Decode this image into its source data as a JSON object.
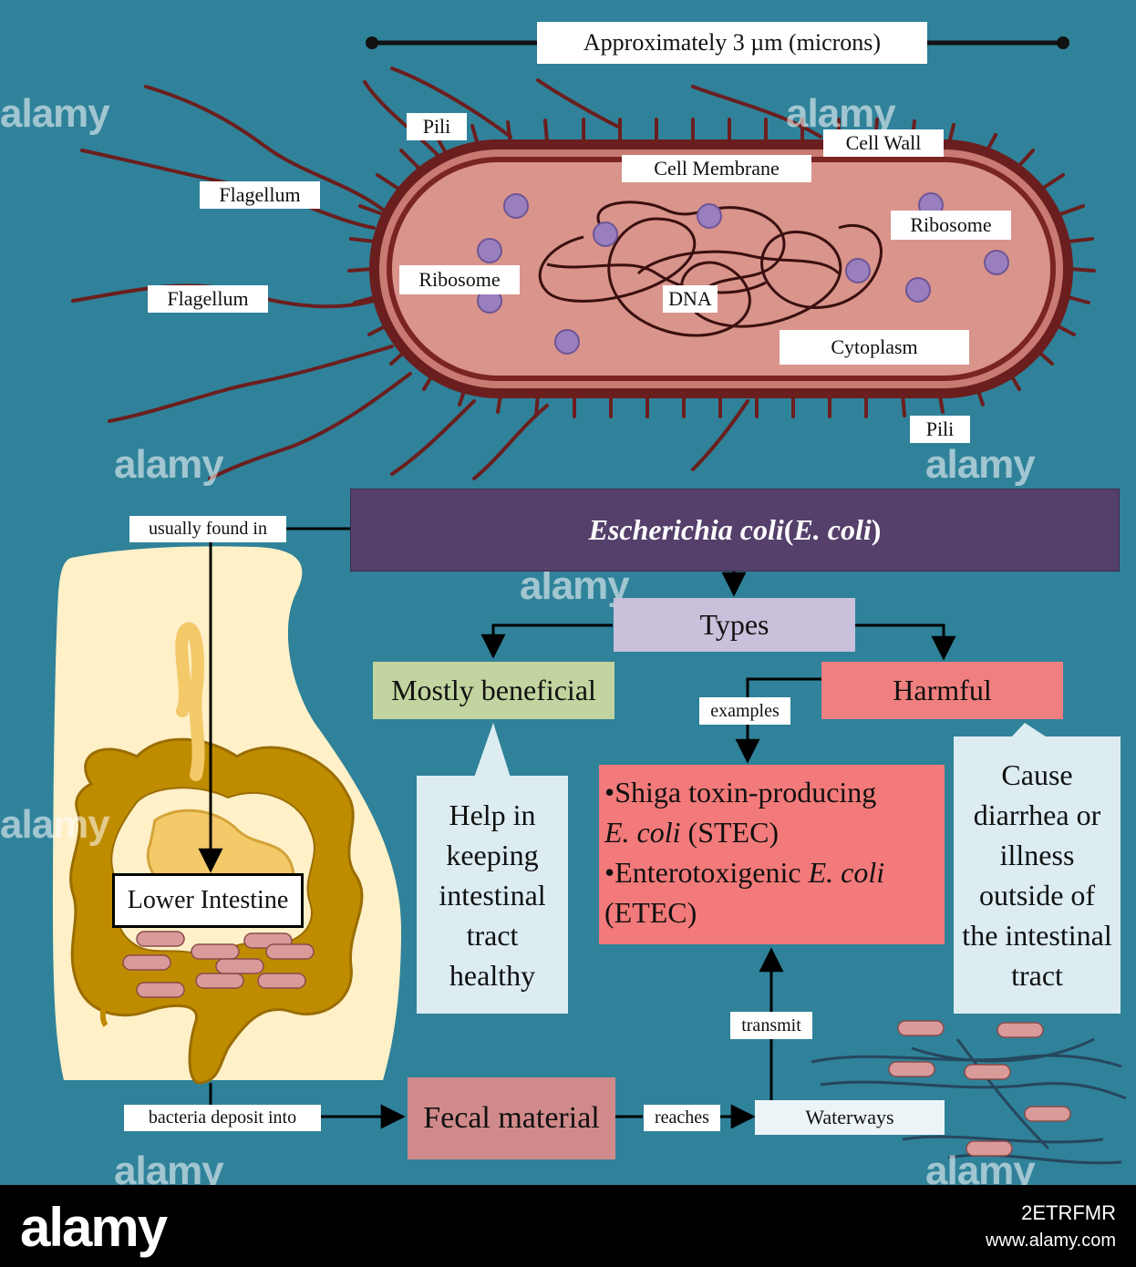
{
  "scale": {
    "label": "Approximately 3 µm (microns)"
  },
  "cell_labels": {
    "pili_top": "Pili",
    "pili_bottom": "Pili",
    "cell_wall": "Cell Wall",
    "cell_membrane": "Cell Membrane",
    "flagellum_1": "Flagellum",
    "flagellum_2": "Flagellum",
    "ribosome_left": "Ribosome",
    "ribosome_right": "Ribosome",
    "dna": "DNA",
    "cytoplasm": "Cytoplasm"
  },
  "flow": {
    "title_part1": "Escherichia coli",
    "title_part2": " (",
    "title_part3": "E. coli",
    "title_part4": ")",
    "usually_found_in": "usually found in",
    "lower_intestine": "Lower Intestine",
    "types": "Types",
    "beneficial": "Mostly beneficial",
    "harmful": "Harmful",
    "beneficial_desc": "Help in keeping intestinal tract healthy",
    "harmful_desc": "Cause diarrhea or illness outside of the intestinal tract",
    "examples": "examples",
    "example_1_a": "•Shiga toxin-producing",
    "example_1_b": "E. coli",
    "example_1_c": " (STEC)",
    "example_2_a": "•Enterotoxigenic ",
    "example_2_b": "E. coli",
    "example_2_c": "(ETEC)",
    "bacteria_deposit_into": "bacteria deposit into",
    "fecal_material": "Fecal material",
    "reaches": "reaches",
    "waterways": "Waterways",
    "transmit": "transmit"
  },
  "watermark": {
    "text": "alamy"
  },
  "footer": {
    "logo": "alamy",
    "image_id": "2ETRFMR",
    "url": "www.alamy.com"
  },
  "colors": {
    "background": "#2f8299",
    "title_box": "#54406a",
    "types_box": "#c9c0dc",
    "beneficial_box": "#c2d49f",
    "harmful_box": "#f08080",
    "examples_box": "#f37a7a",
    "desc_box": "#dcecf1",
    "fecal_box": "#d08a8a",
    "cell_outer": "#6b1e1e",
    "cytoplasm": "#d9948c",
    "ribosome": "#9a7fbf"
  }
}
